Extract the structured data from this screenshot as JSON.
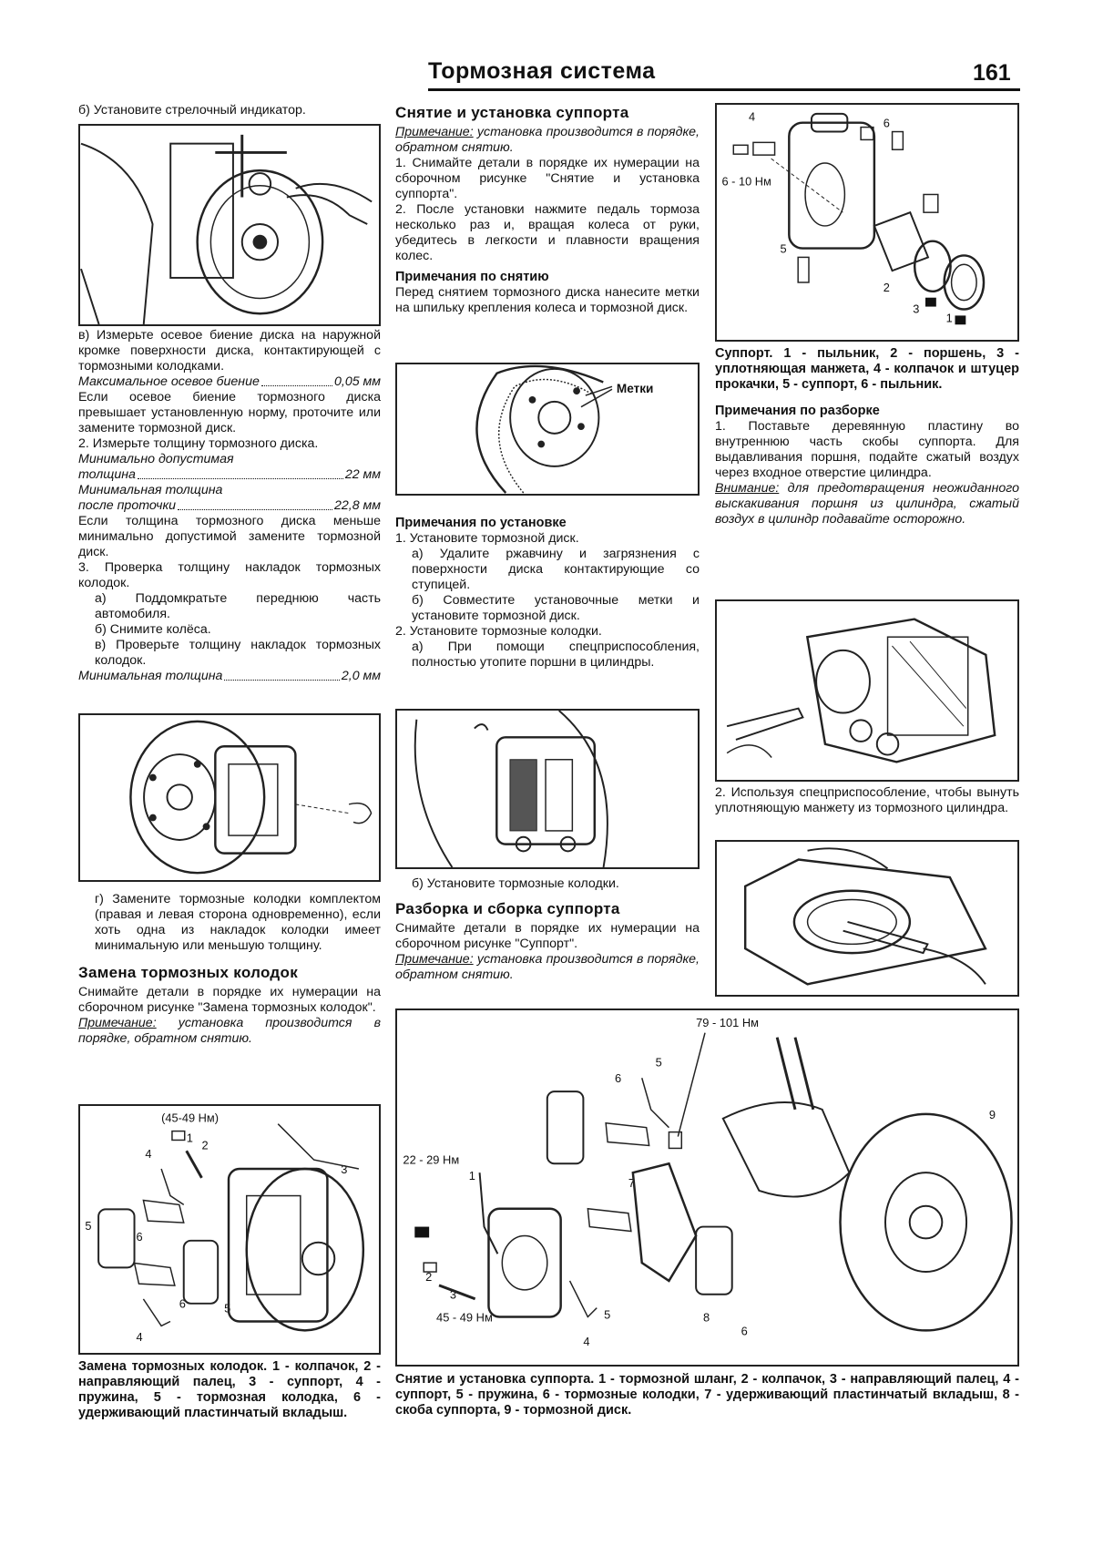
{
  "header": {
    "title": "Тормозная система",
    "page": "161"
  },
  "left": {
    "p1": "б) Установите стрелочный индикатор.",
    "p2": "в) Измерьте осевое биение диска на наружной кромке поверхности диска, контактирующей с тормозными колодками.",
    "spec1_label": "Максимальное осевое биение",
    "spec1_value": "0,05 мм",
    "p3": "Если осевое биение тормозного диска превышает установленную норму, проточите или замените тормозной диск.",
    "p4": "2. Измерьте толщину тормозного диска.",
    "spec2_label1": "Минимально допустимая",
    "spec2_label2": "толщина",
    "spec2_value": "22 мм",
    "spec3_label1": "Минимальная толщина",
    "spec3_label2": "после проточки",
    "spec3_value": "22,8 мм",
    "p5": "Если толщина тормозного диска меньше минимально допустимой замените тормозной диск.",
    "p6": "3. Проверка толщину накладок тормозных колодок.",
    "p7": "а) Поддомкратьте переднюю часть автомобиля.",
    "p8": "б) Снимите колёса.",
    "p9": "в) Проверьте толщину накладок тормозных колодок.",
    "spec4_label": "Минимальная толщина",
    "spec4_value": "2,0 мм",
    "p10": "г) Замените тормозные колодки комплектом (правая и левая сторона одновременно), если хоть одна из накладок колодки имеет минимальную или меньшую толщину.",
    "h_pads": "Замена тормозных колодок",
    "p11": "Снимайте детали в порядке их нумерации на сборочном рисунке \"Замена тормозных колодок\".",
    "note_label": "Примечание:",
    "note_text": " установка производится в порядке, обратном снятию.",
    "fig_pads_labels": [
      "(45-49 Нм)",
      "1",
      "2",
      "3",
      "4",
      "5",
      "6",
      "6",
      "5",
      "4"
    ],
    "caption_pads": "Замена тормозных колодок. 1 - колпачок, 2 - направляющий палец, 3 - суппорт, 4 - пружина, 5 - тормозная колодка, 6 - удерживающий пластинчатый вкладыш."
  },
  "middle": {
    "h_caliper": "Снятие и установка суппорта",
    "note_label": "Примечание:",
    "note_text": " установка производится в порядке, обратном снятию.",
    "p1": "1. Снимайте детали в порядке их нумерации на сборочном рисунке \"Снятие и установка суппорта\".",
    "p2": "2. После установки нажмите педаль тормоза несколько раз и, вращая колеса от руки, убедитесь в легкости и плавности вращения колес.",
    "h_removal": "Примечания по снятию",
    "p3": "Перед снятием тормозного диска нанесите метки на шпильку крепления колеса и тормозной диск.",
    "fig_marks_label": "Метки",
    "h_install": "Примечания по установке",
    "p4": "1. Установите тормозной диск.",
    "p5": "а) Удалите ржавчину и загрязнения с поверхности диска контактирующие со ступицей.",
    "p6": "б) Совместите установочные метки и установите тормозной диск.",
    "p7": "2. Установите тормозные колодки.",
    "p8": "а) При помощи спецприспособления, полностью утопите поршни в цилиндры.",
    "p9": "б) Установите тормозные колодки.",
    "h_disasm": "Разборка и сборка суппорта",
    "p10": "Снимайте детали в порядке их нумерации на сборочном рисунке \"Суппорт\".",
    "note2_label": "Примечание:",
    "note2_text": " установка производится в порядке, обратном снятию."
  },
  "right": {
    "fig_caliper_labels": [
      "4",
      "6",
      "6 - 10 Нм",
      "5",
      "2",
      "3",
      "1"
    ],
    "caption_caliper": "Суппорт. 1 - пыльник, 2 - поршень, 3 - уплотняющая манжета, 4 - колпачок и штуцер прокачки, 5 - суппорт, 6 - пыльник.",
    "h_disasm_notes": "Примечания по разборке",
    "p1": "1. Поставьте деревянную пластину во внутреннюю часть скобы суппорта. Для выдавливания поршня, подайте сжатый воздух через входное отверстие цилиндра.",
    "warn_label": "Внимание:",
    "warn_text": " для предотвращения неожиданного выскакивания поршня из цилиндра, сжатый воздух в цилиндр подавайте осторожно.",
    "p2": "2. Используя спецприспособление, чтобы вынуть уплотняющую манжету из тормозного цилиндра."
  },
  "bottom": {
    "fig_labels": [
      "79 - 101 Нм",
      "5",
      "6",
      "9",
      "22 - 29 Нм",
      "1",
      "7",
      "2",
      "3",
      "45 - 49 Нм",
      "5",
      "4",
      "8",
      "6"
    ],
    "caption": "Снятие и установка суппорта. 1 - тормозной шланг, 2 - колпачок, 3 - направляющий палец, 4 - суппорт, 5 - пружина, 6 - тормозные колодки, 7 - удерживающий пластинчатый вкладыш, 8 - скоба суппорта, 9 - тормозной диск."
  }
}
